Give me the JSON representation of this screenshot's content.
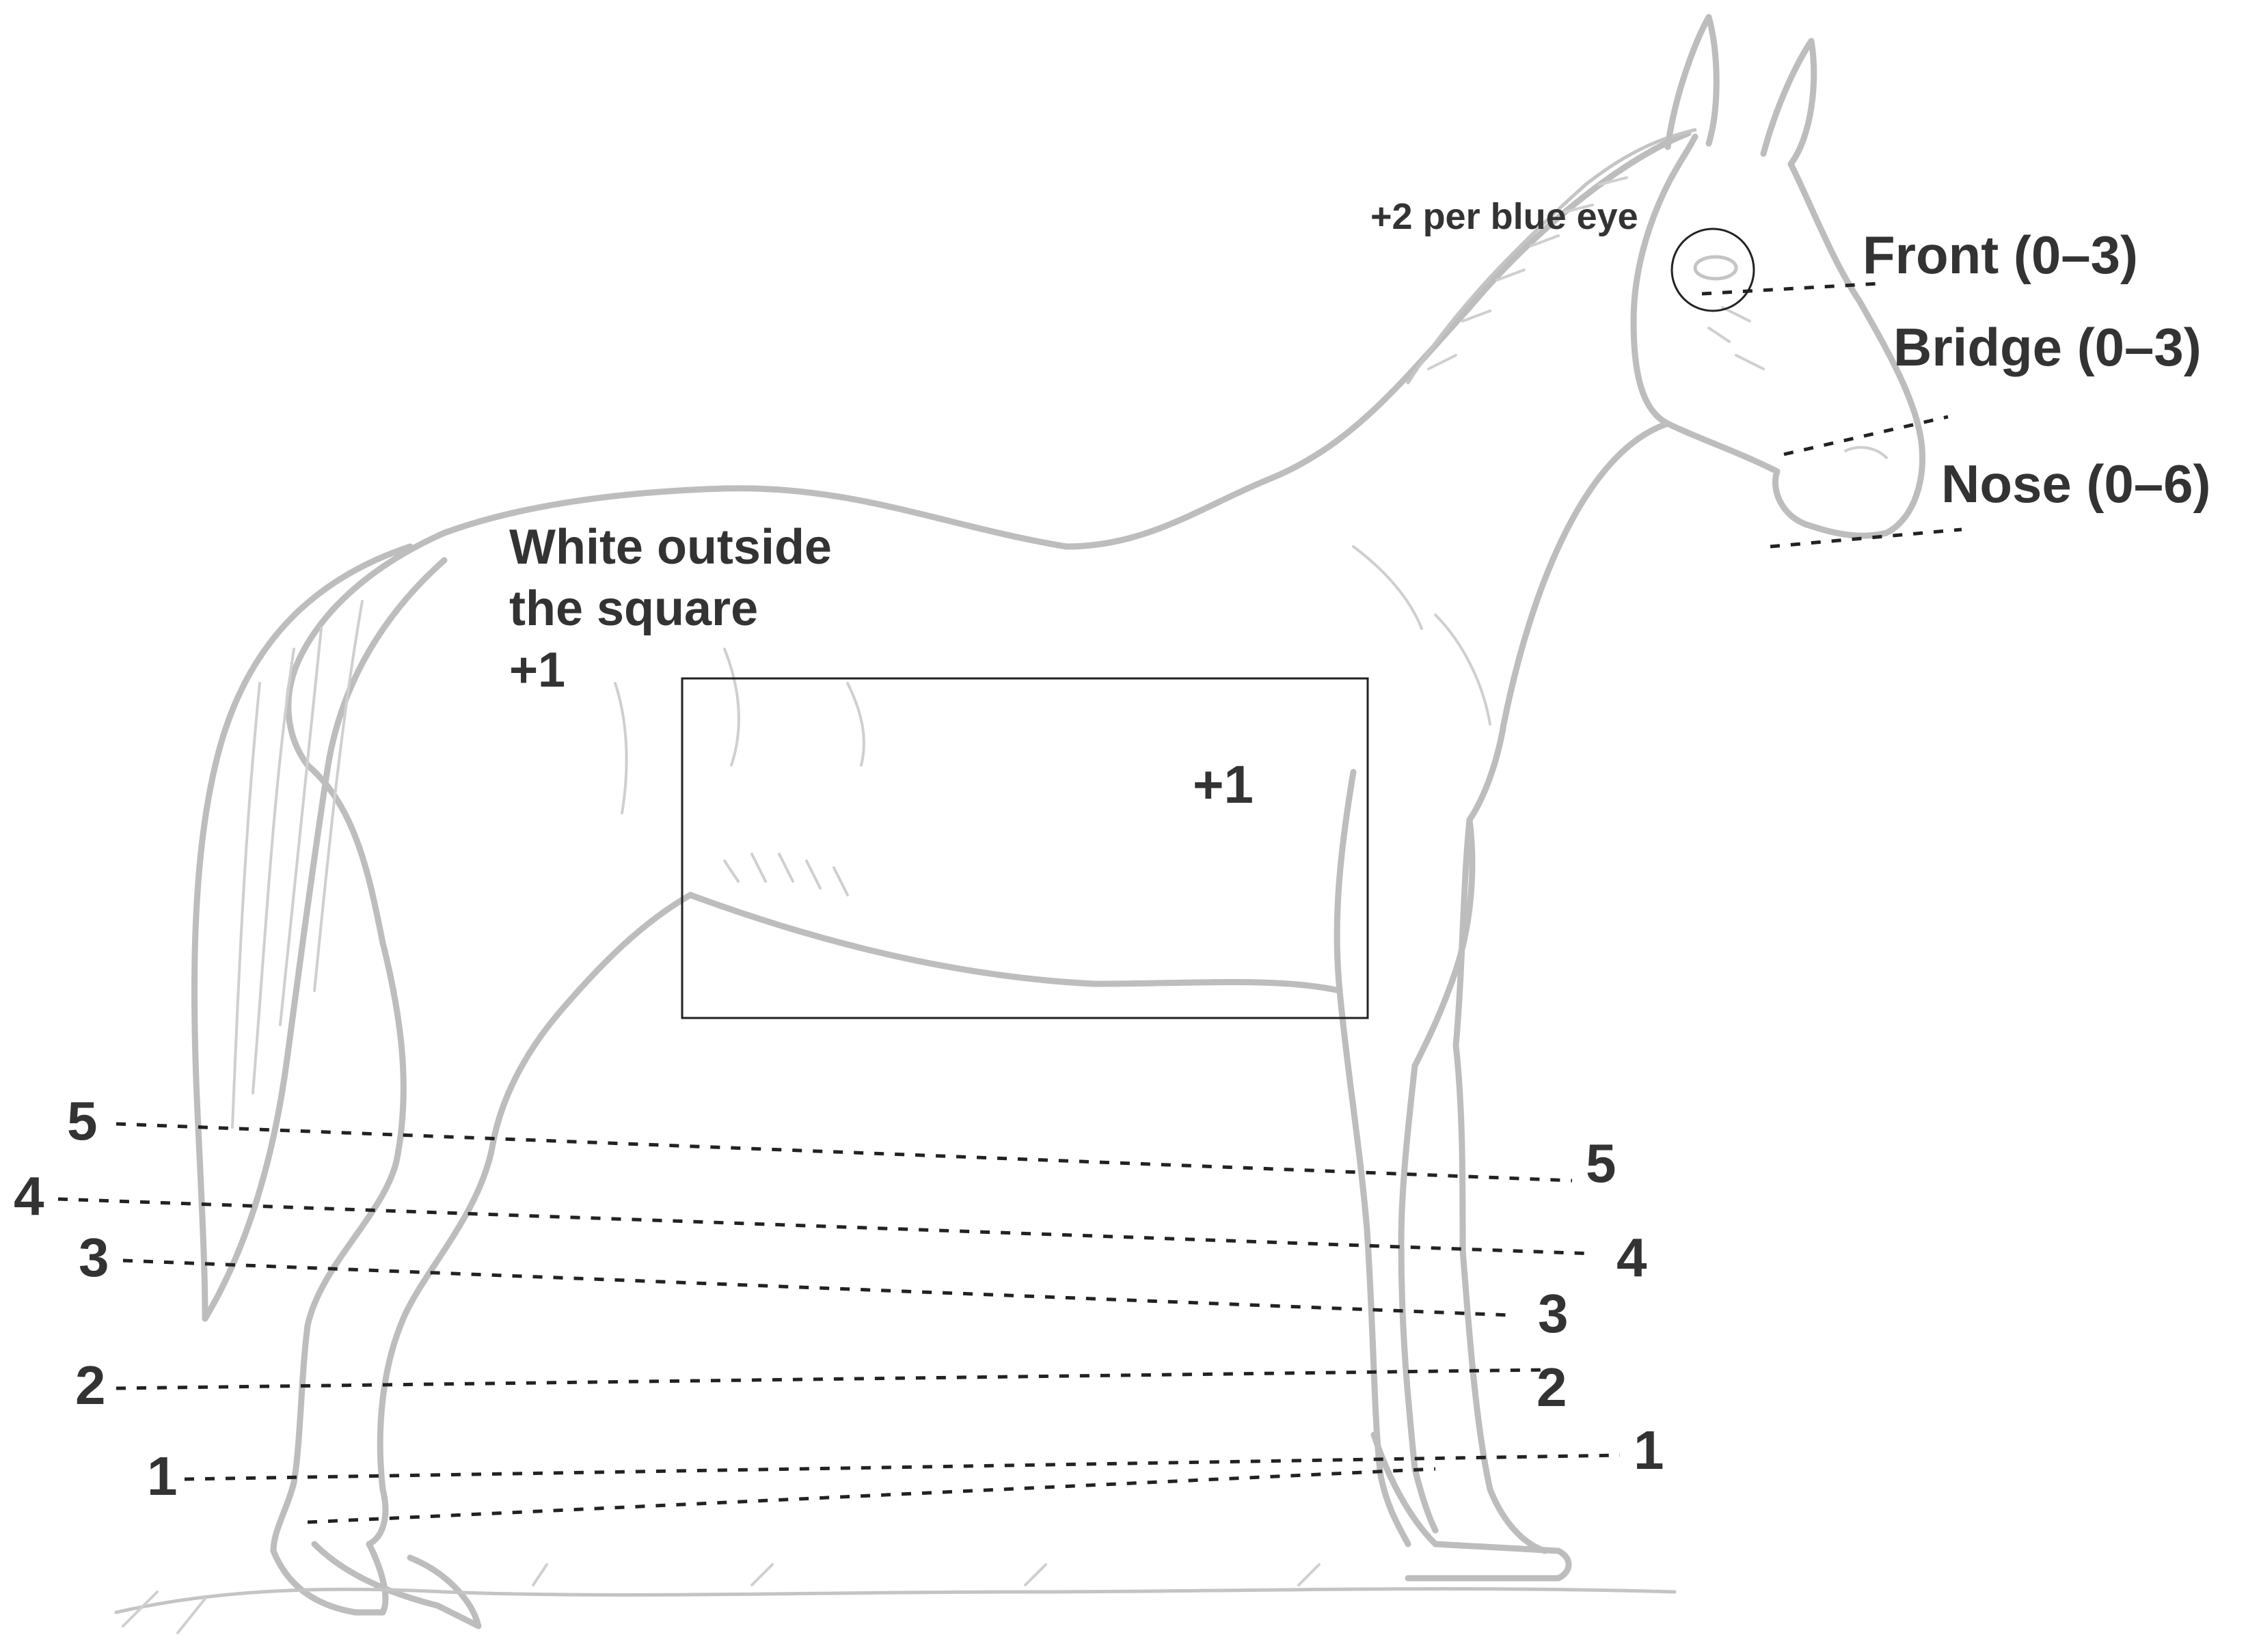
{
  "labels": {
    "eye": "+2 per blue eye",
    "front": "Front (0–3)",
    "bridge": "Bridge (0–3)",
    "nose": "Nose (0–6)",
    "outside_line1": "White outside",
    "outside_line2": "the square",
    "outside_value": "+1",
    "inside_value": "+1"
  },
  "leg_levels": {
    "left": [
      "5",
      "4",
      "3",
      "2",
      "1"
    ],
    "right": [
      "5",
      "4",
      "3",
      "2",
      "1"
    ]
  },
  "colors": {
    "outline": "#bdbdbd",
    "text": "#333333",
    "lines": "#222222"
  }
}
